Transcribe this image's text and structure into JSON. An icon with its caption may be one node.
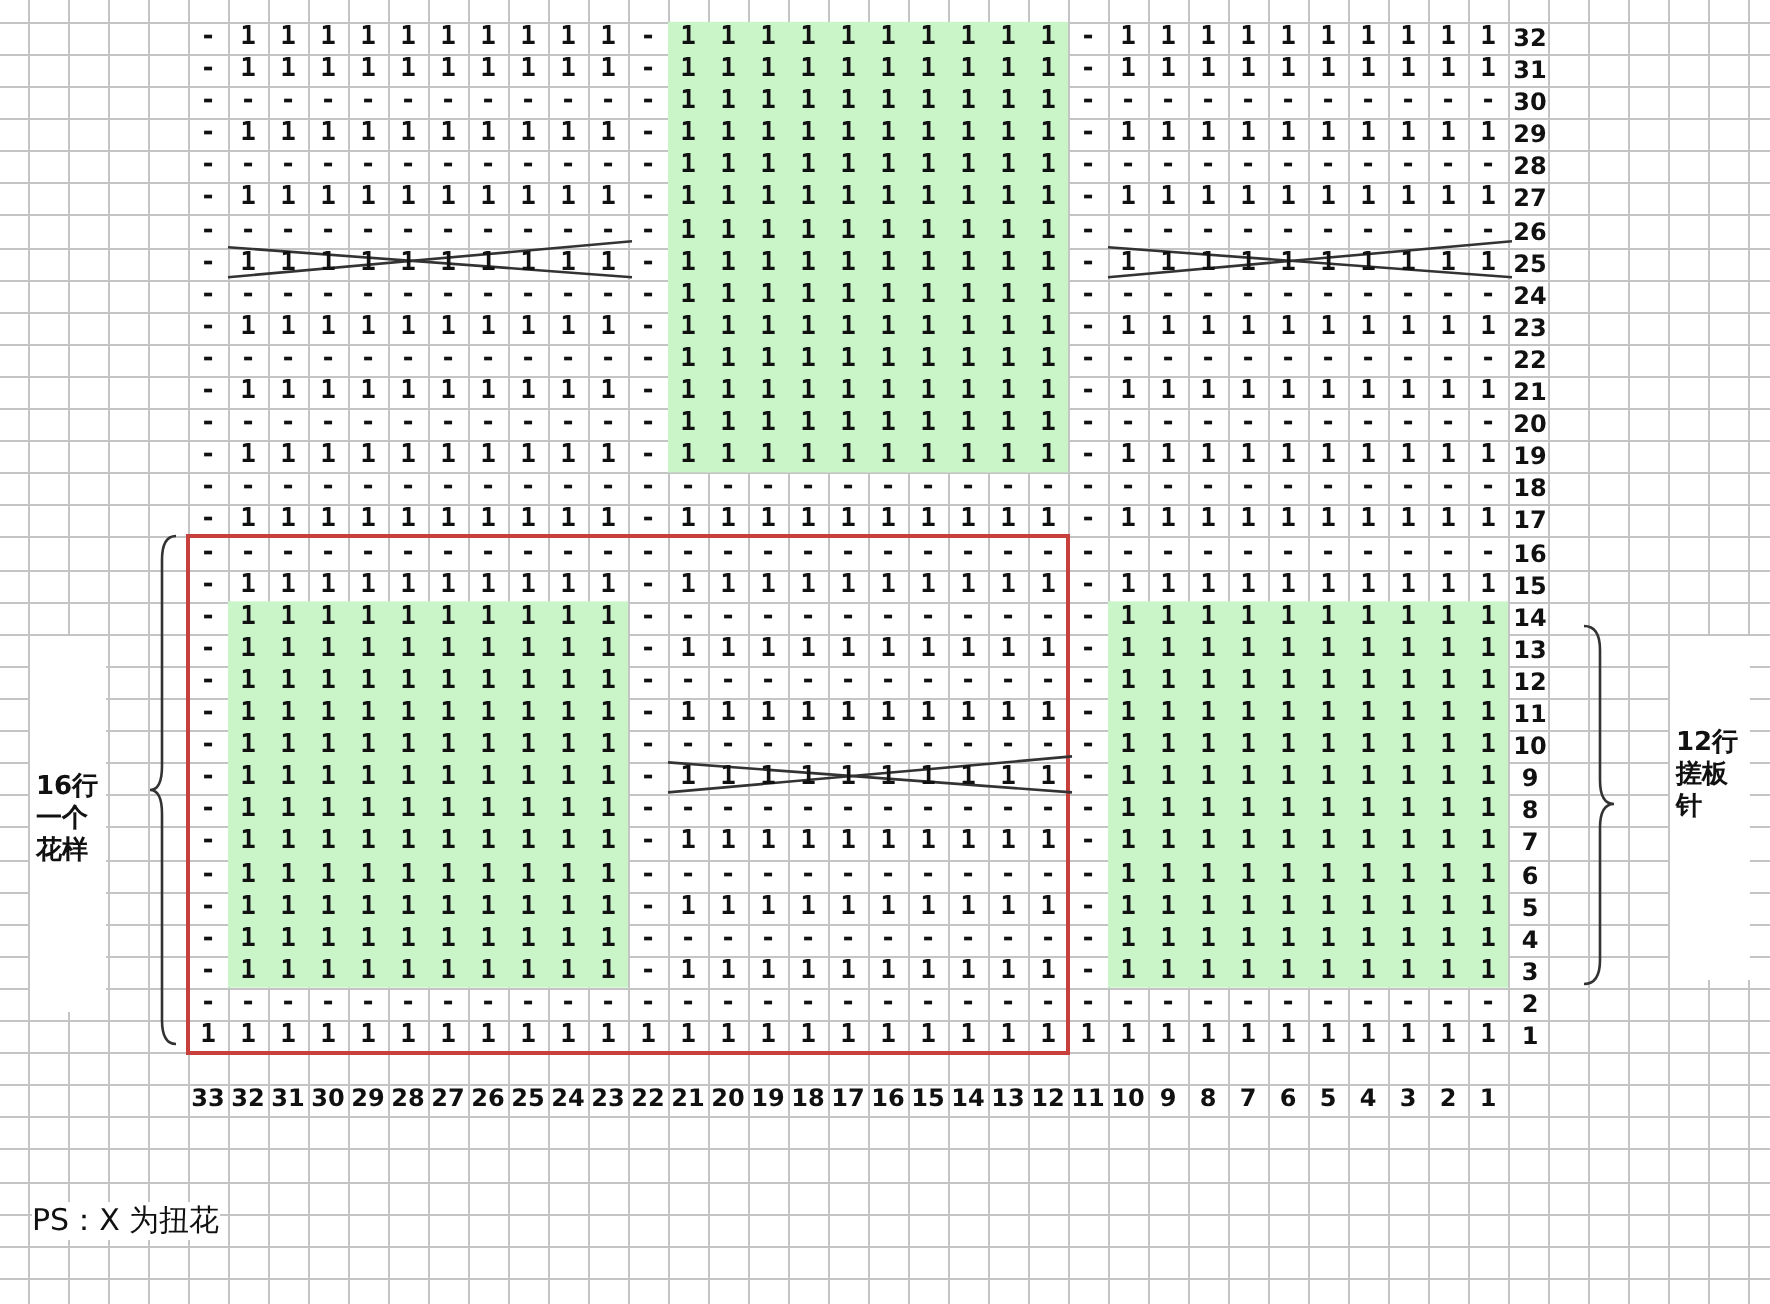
{
  "diagram": {
    "labels": [
      "- 1 1 1 1 1 1 1 1 1 1 - 1 1 1 1 1 1 1 1 1 1 - 1 1 1 1 1 1 1 1 1 1",
      "32",
      "- 1 1 1 1 1 1 1 1 1 1 - 1 1 1 1 1 1 1 1 1 1 - 1 1 1 1 1 1 1 1 1 1",
      "31",
      "- - - - - - - - - - - - 1 1 1 1 1 1 1 1 1 1 - - - - - - - - - - -",
      "30",
      "- 1 1 1 1 1 1 1 1 1 1 - 1 1 1 1 1 1 1 1 1 1 - 1 1 1 1 1 1 1 1 1 1",
      "29",
      "- - - - - - - - - - - - 1 1 1 1 1 1 1 1 1 1 - - - - - - - - - - -",
      "28",
      "- 1 1 1 1 1 1 1 1 1 1 - 1 1 1 1 1 1 1 1 1 1 - 1 1 1 1 1 1 1 1 1 1",
      "27",
      "- - - - - - - - - - - - 1 1 1 1 1 1 1 1 1 1 - - - - - - - - - - -",
      "26",
      "- 1 1 1 1 1 1 1 1 1 1 - 1 1 1 1 1 1 1 1 1 1 - 1 1 1 1 1 1 1 1 1 1",
      "25",
      "- - - - - - - - - - - - 1 1 1 1 1 1 1 1 1 1 - - - - - - - - - - -",
      "24",
      "- 1 1 1 1 1 1 1 1 1 1 - 1 1 1 1 1 1 1 1 1 1 - 1 1 1 1 1 1 1 1 1 1",
      "23",
      "- - - - - - - - - - - - 1 1 1 1 1 1 1 1 1 1 - - - - - - - - - - -",
      "22",
      "- 1 1 1 1 1 1 1 1 1 1 - 1 1 1 1 1 1 1 1 1 1 - 1 1 1 1 1 1 1 1 1 1",
      "21",
      "- - - - - - - - - - - - 1 1 1 1 1 1 1 1 1 1 - - - - - - - - - - -",
      "20",
      "- 1 1 1 1 1 1 1 1 1 1 - 1 1 1 1 1 1 1 1 1 1 - 1 1 1 1 1 1 1 1 1 1",
      "19",
      "- - - - - - - - - - - - - - - - - - - - - - - - - - - - - - - - -",
      "18",
      "- 1 1 1 1 1 1 1 1 1 1 - 1 1 1 1 1 1 1 1 1 1 - 1 1 1 1 1 1 1 1 1 1",
      "17",
      "- - - - - - - - - - - - - - - - - - - - - - - - - - - - - - - - -",
      "16",
      "- 1 1 1 1 1 1 1 1 1 1 - 1 1 1 1 1 1 1 1 1 1 - 1 1 1 1 1 1 1 1 1 1",
      "15",
      "- 1 1 1 1 1 1 1 1 1 1 - - - - - - - - - - - - 1 1 1 1 1 1 1 1 1 1",
      "14",
      "- 1 1 1 1 1 1 1 1 1 1 - 1 1 1 1 1 1 1 1 1 1 - 1 1 1 1 1 1 1 1 1 1",
      "13",
      "- 1 1 1 1 1 1 1 1 1 1 - - - - - - - - - - - - 1 1 1 1 1 1 1 1 1 1",
      "12",
      "- 1 1 1 1 1 1 1 1 1 1 - 1 1 1 1 1 1 1 1 1 1 - 1 1 1 1 1 1 1 1 1 1",
      "11",
      "- 1 1 1 1 1 1 1 1 1 1 - - - - - - - - - - - - 1 1 1 1 1 1 1 1 1 1",
      "10",
      "- 1 1 1 1 1 1 1 1 1 1 - 1 1 1 1 1 1 1 1 1 1 - 1 1 1 1 1 1 1 1 1 1",
      "9",
      "- 1 1 1 1 1 1 1 1 1 1 - - - - - - - - - - - - 1 1 1 1 1 1 1 1 1 1",
      "8",
      "- 1 1 1 1 1 1 1 1 1 1 - 1 1 1 1 1 1 1 1 1 1 - 1 1 1 1 1 1 1 1 1 1",
      "7",
      "- 1 1 1 1 1 1 1 1 1 1 - - - - - - - - - - - - 1 1 1 1 1 1 1 1 1 1",
      "6",
      "- 1 1 1 1 1 1 1 1 1 1 - 1 1 1 1 1 1 1 1 1 1 - 1 1 1 1 1 1 1 1 1 1",
      "5",
      "- 1 1 1 1 1 1 1 1 1 1 - - - - - - - - - - - - 1 1 1 1 1 1 1 1 1 1",
      "4",
      "- 1 1 1 1 1 1 1 1 1 1 - 1 1 1 1 1 1 1 1 1 1 - 1 1 1 1 1 1 1 1 1 1",
      "3",
      "- - - - - - - - - - - - - - - - - - - - - - - - - - - - - - - - -",
      "2",
      "1 1 1 1 1 1 1 1 1 1 1 1 1 1 1 1 1 1 1 1 1 1 1 1 1 1 1 1 1 1 1 1 1",
      "1",
      "16行一个花样",
      "12行搓板针",
      "33 32 31 30 29 28 27 26 25 24 23 22 21 20 19 18 17 16 15 14 13 12 11 10 9 8 7 6 5 4 3 2 1",
      "PS：X 为扭花"
    ]
  }
}
